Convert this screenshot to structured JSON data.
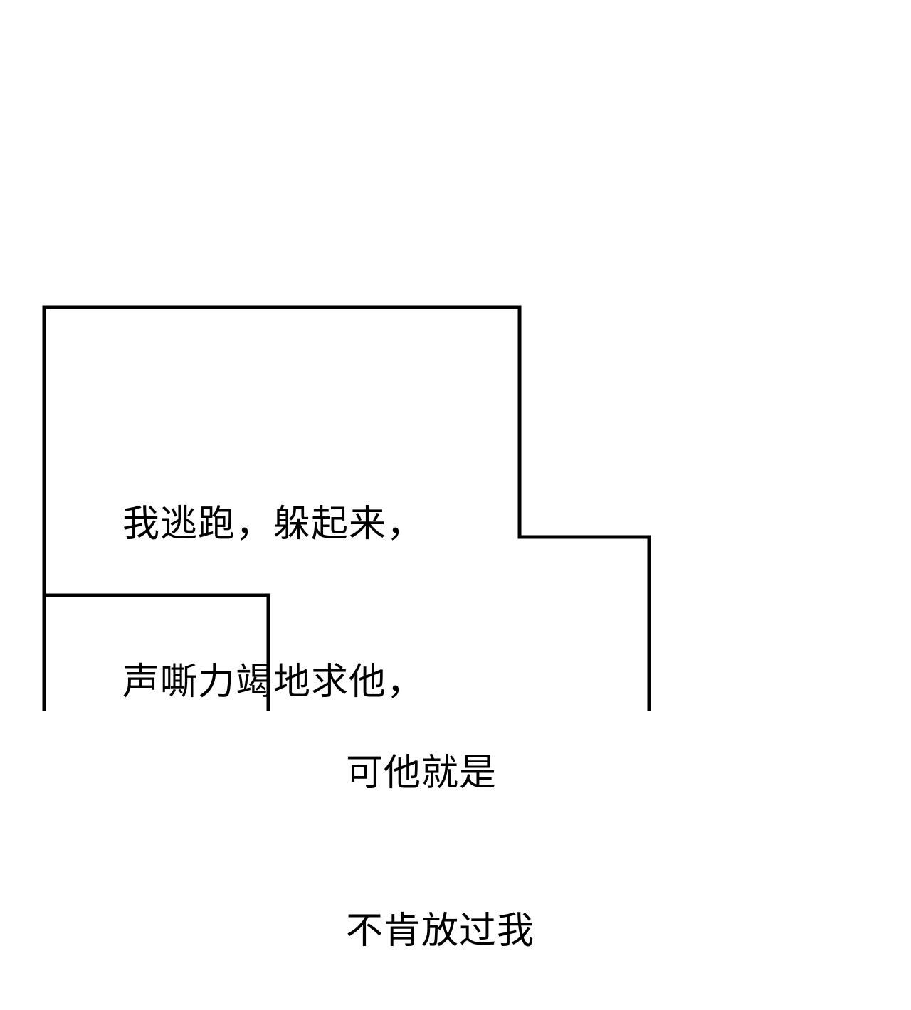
{
  "panel": {
    "background": "#ffffff",
    "outline_color": "#000000",
    "outline_width": 5
  },
  "captions": [
    {
      "lines": [
        "我逃跑，躲起来，",
        "声嘶力竭地求他，"
      ]
    },
    {
      "lines": [
        "可他就是",
        "不肯放过我"
      ]
    }
  ]
}
